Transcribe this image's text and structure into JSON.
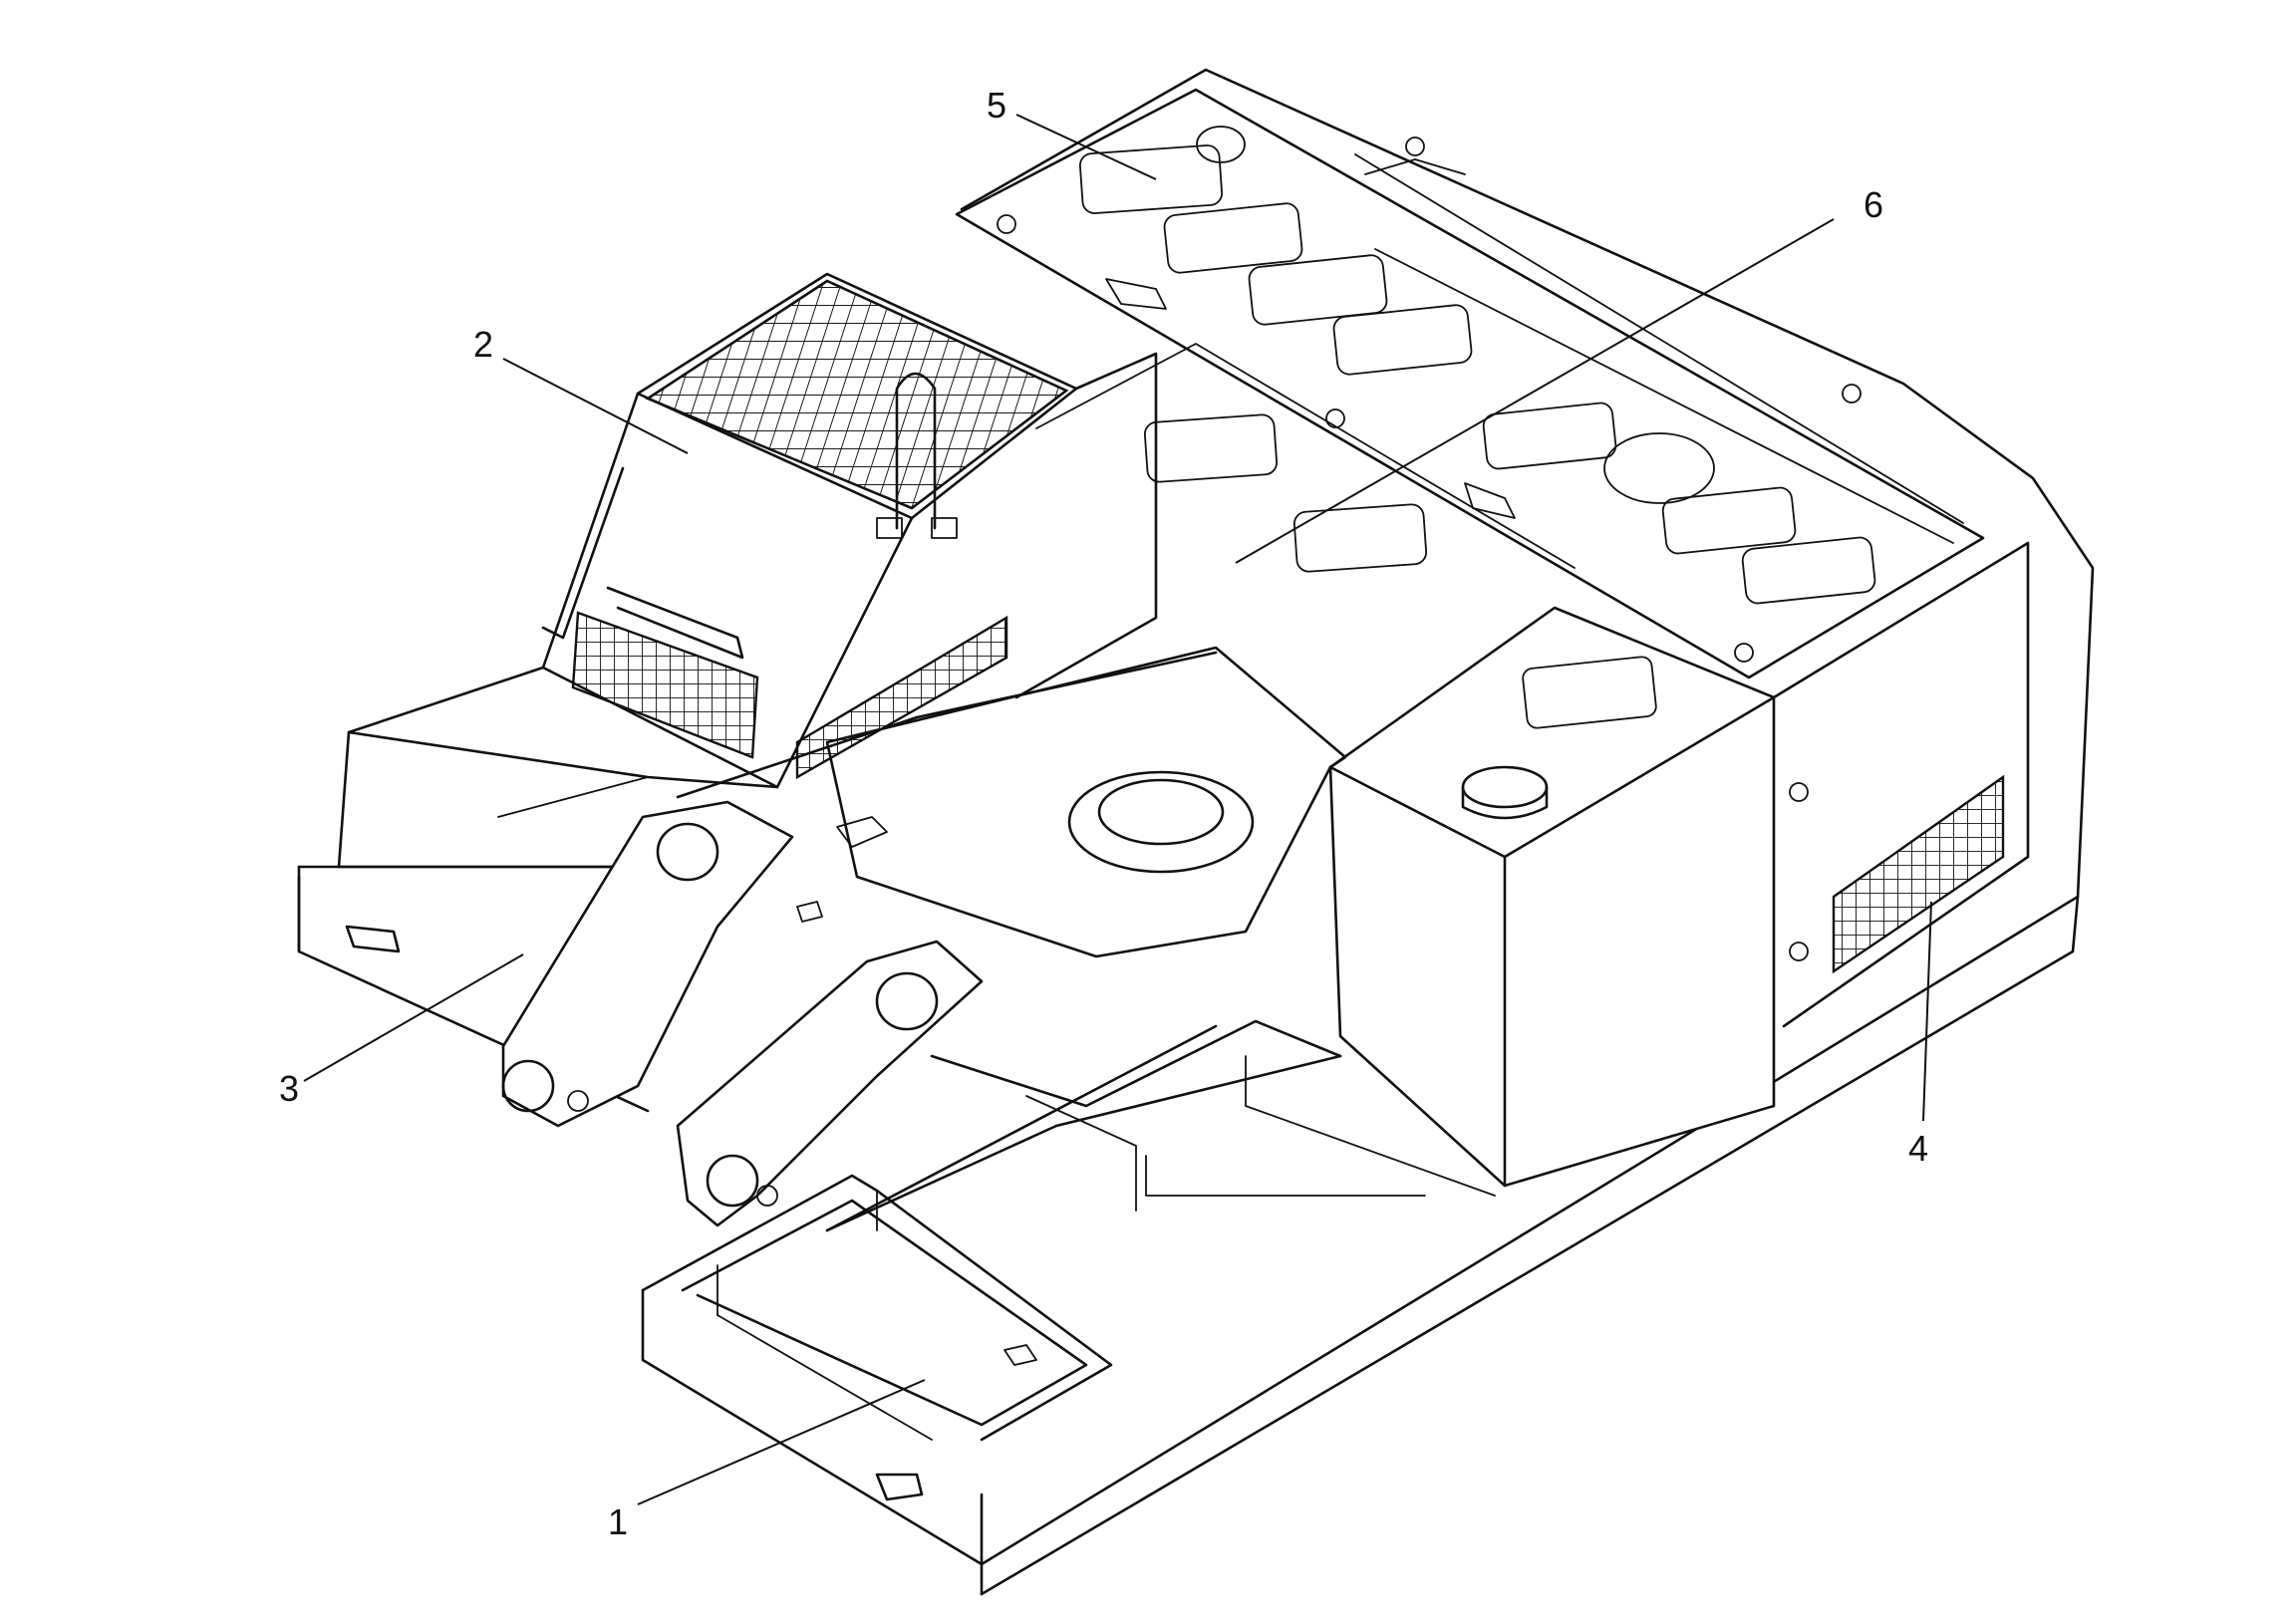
{
  "figure": {
    "callouts": [
      {
        "id": "1",
        "label": "1"
      },
      {
        "id": "2",
        "label": "2"
      },
      {
        "id": "3",
        "label": "3"
      },
      {
        "id": "4",
        "label": "4"
      },
      {
        "id": "5",
        "label": "5"
      },
      {
        "id": "6",
        "label": "6"
      }
    ]
  }
}
